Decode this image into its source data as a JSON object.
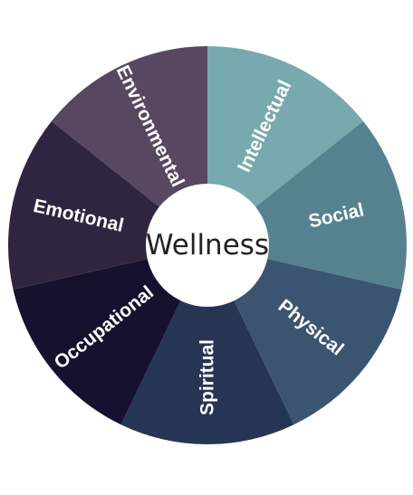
{
  "wheel": {
    "center": {
      "label": "Wellness",
      "fill": "#ffffff"
    },
    "segments": [
      {
        "label": "Intellectual",
        "color": "#77a9ae"
      },
      {
        "label": "Social",
        "color": "#56828f"
      },
      {
        "label": "Physical",
        "color": "#3b5570"
      },
      {
        "label": "Spiritual",
        "color": "#253553"
      },
      {
        "label": "Occupational",
        "color": "#16112e"
      },
      {
        "label": "Emotional",
        "color": "#302540"
      },
      {
        "label": "Environmental",
        "color": "#584760"
      }
    ]
  }
}
